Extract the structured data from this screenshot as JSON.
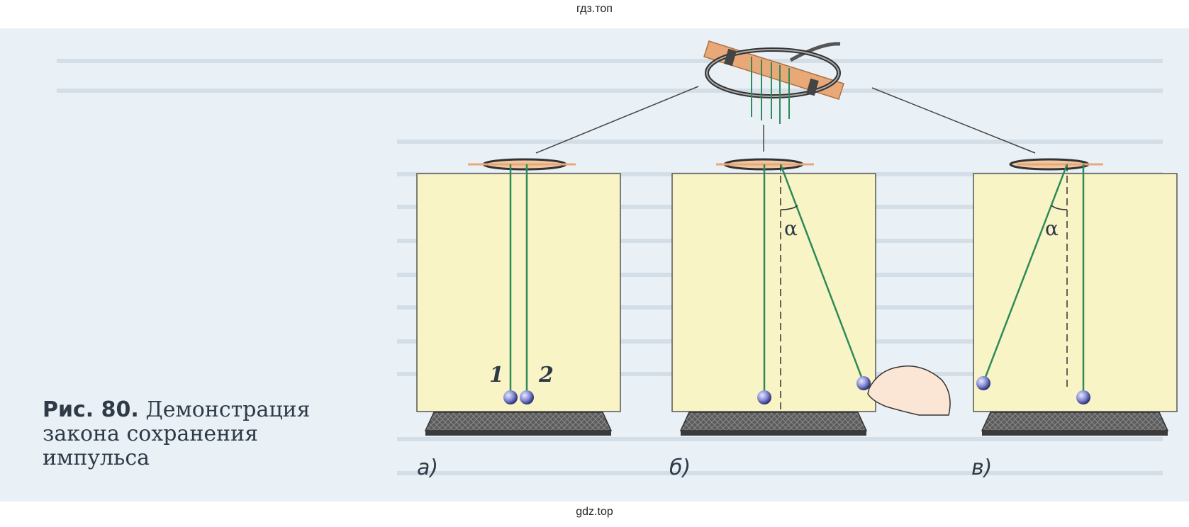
{
  "watermark_top": "гдз.топ",
  "watermark_bottom": "gdz.top",
  "caption": {
    "label": "Рис. 80.",
    "line1": "Демонстрация",
    "line2": "закона сохранения",
    "line3": "импульса"
  },
  "panels": [
    {
      "label": "а)",
      "ball_numbers": [
        "1",
        "2"
      ]
    },
    {
      "label": "б)",
      "angle_symbol": "α"
    },
    {
      "label": "в)",
      "angle_symbol": "α"
    }
  ],
  "colors": {
    "scan_background": "#e9f1f7",
    "screen_fill": "#f8f4c6",
    "thread": "#2e8b57",
    "ball": "#8a8fd6",
    "stand": "#444444",
    "rod": "#e8a878",
    "text": "#2f3a47"
  }
}
